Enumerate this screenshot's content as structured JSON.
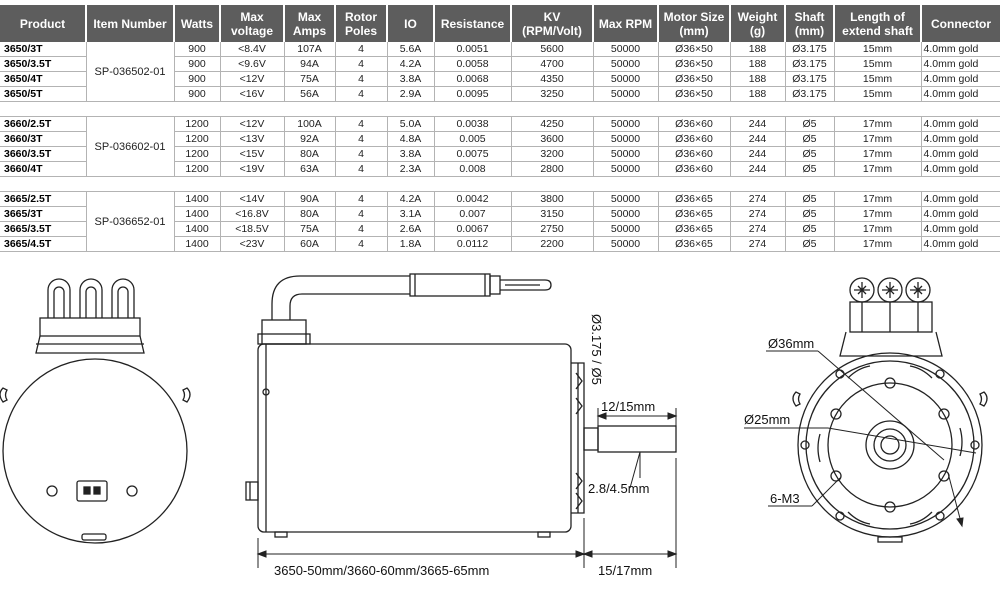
{
  "table": {
    "headers": [
      "Product",
      "Item Number",
      "Watts",
      "Max voltage",
      "Max Amps",
      "Rotor Poles",
      "IO",
      "Resistance",
      "KV (RPM/Volt)",
      "Max RPM",
      "Motor Size (mm)",
      "Weight (g)",
      "Shaft (mm)",
      "Length of extend shaft",
      "Connector"
    ],
    "groups": [
      {
        "item_number": "SP-036502-01",
        "rows": [
          [
            "3650/3T",
            "900",
            "<8.4V",
            "107A",
            "4",
            "5.6A",
            "0.0051",
            "5600",
            "50000",
            "Ø36×50",
            "188",
            "Ø3.175",
            "15mm",
            "4.0mm gold"
          ],
          [
            "3650/3.5T",
            "900",
            "<9.6V",
            "94A",
            "4",
            "4.2A",
            "0.0058",
            "4700",
            "50000",
            "Ø36×50",
            "188",
            "Ø3.175",
            "15mm",
            "4.0mm gold"
          ],
          [
            "3650/4T",
            "900",
            "<12V",
            "75A",
            "4",
            "3.8A",
            "0.0068",
            "4350",
            "50000",
            "Ø36×50",
            "188",
            "Ø3.175",
            "15mm",
            "4.0mm gold"
          ],
          [
            "3650/5T",
            "900",
            "<16V",
            "56A",
            "4",
            "2.9A",
            "0.0095",
            "3250",
            "50000",
            "Ø36×50",
            "188",
            "Ø3.175",
            "15mm",
            "4.0mm gold"
          ]
        ]
      },
      {
        "item_number": "SP-036602-01",
        "rows": [
          [
            "3660/2.5T",
            "1200",
            "<12V",
            "100A",
            "4",
            "5.0A",
            "0.0038",
            "4250",
            "50000",
            "Ø36×60",
            "244",
            "Ø5",
            "17mm",
            "4.0mm gold"
          ],
          [
            "3660/3T",
            "1200",
            "<13V",
            "92A",
            "4",
            "4.8A",
            "0.005",
            "3600",
            "50000",
            "Ø36×60",
            "244",
            "Ø5",
            "17mm",
            "4.0mm gold"
          ],
          [
            "3660/3.5T",
            "1200",
            "<15V",
            "80A",
            "4",
            "3.8A",
            "0.0075",
            "3200",
            "50000",
            "Ø36×60",
            "244",
            "Ø5",
            "17mm",
            "4.0mm gold"
          ],
          [
            "3660/4T",
            "1200",
            "<19V",
            "63A",
            "4",
            "2.3A",
            "0.008",
            "2800",
            "50000",
            "Ø36×60",
            "244",
            "Ø5",
            "17mm",
            "4.0mm gold"
          ]
        ]
      },
      {
        "item_number": "SP-036652-01",
        "rows": [
          [
            "3665/2.5T",
            "1400",
            "<14V",
            "90A",
            "4",
            "4.2A",
            "0.0042",
            "3800",
            "50000",
            "Ø36×65",
            "274",
            "Ø5",
            "17mm",
            "4.0mm gold"
          ],
          [
            "3665/3T",
            "1400",
            "<16.8V",
            "80A",
            "4",
            "3.1A",
            "0.007",
            "3150",
            "50000",
            "Ø36×65",
            "274",
            "Ø5",
            "17mm",
            "4.0mm gold"
          ],
          [
            "3665/3.5T",
            "1400",
            "<18.5V",
            "75A",
            "4",
            "2.6A",
            "0.0067",
            "2750",
            "50000",
            "Ø36×65",
            "274",
            "Ø5",
            "17mm",
            "4.0mm gold"
          ],
          [
            "3665/4.5T",
            "1400",
            "<23V",
            "60A",
            "4",
            "1.8A",
            "0.0112",
            "2200",
            "50000",
            "Ø36×65",
            "274",
            "Ø5",
            "17mm",
            "4.0mm gold"
          ]
        ]
      }
    ]
  },
  "drawings": {
    "shaft_diameter_label": "Ø3.175 / Ø5",
    "shaft_length_label": "12/15mm",
    "shaft_flat_label": "2.8/4.5mm",
    "body_length_label": "3650-50mm/3660-60mm/3665-65mm",
    "extend_shaft_label": "15/17mm",
    "front_diameter_label": "Ø36mm",
    "bolt_circle_label": "Ø25mm",
    "mount_holes_label": "6-M3"
  }
}
